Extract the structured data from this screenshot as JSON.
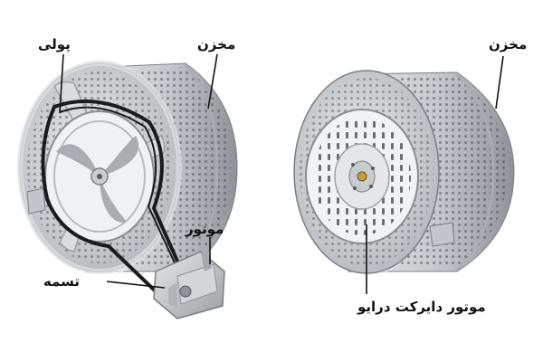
{
  "labels": {
    "pulley": "پولی",
    "drum_left": "مخزن",
    "drum_right": "مخزن",
    "motor": "موتور",
    "belt": "تسمه",
    "direct_drive_motor": "موتور دایرکت درایو"
  },
  "colors": {
    "drum_body": "#c9ccd0",
    "drum_shadow": "#8e9297",
    "holes": "#4a4d52",
    "belt": "#1b1b1b",
    "leader_lines": "#111111",
    "rotor": "#f1f2f3"
  }
}
